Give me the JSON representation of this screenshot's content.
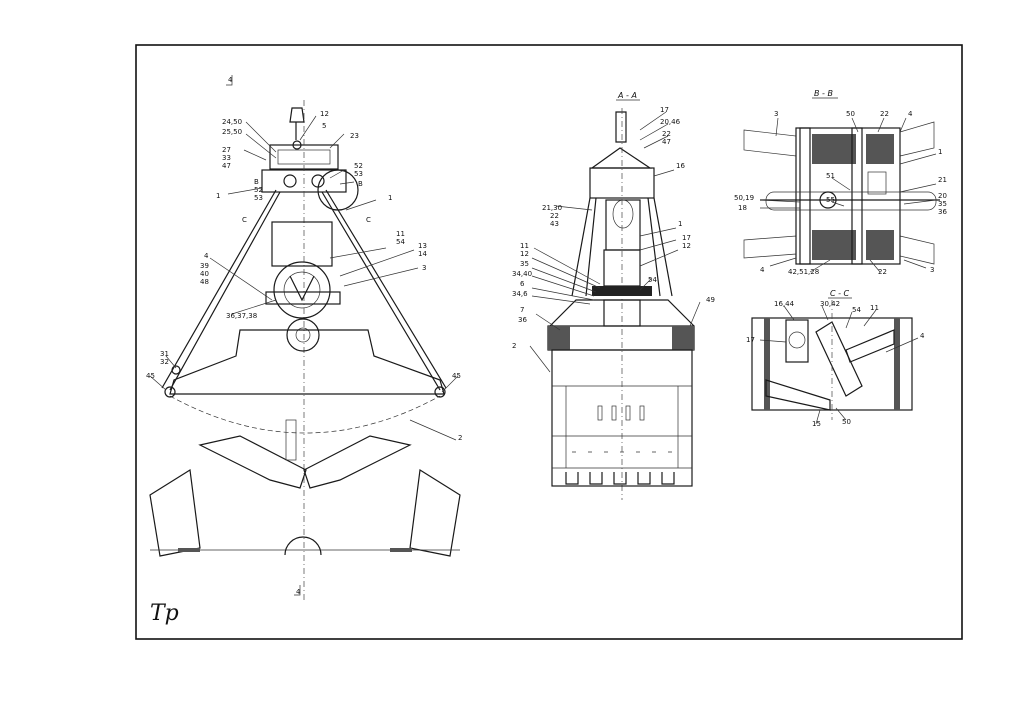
{
  "sheet_mark": "Tp",
  "view_main": {
    "mark_top": "4",
    "mark_bottom": "4",
    "section_marks": [
      "B",
      "B",
      "C",
      "C"
    ],
    "callouts": [
      "12",
      "5",
      "23",
      "24,50",
      "25,50",
      "27",
      "33",
      "47",
      "52",
      "53",
      "52",
      "53",
      "1",
      "1",
      "11",
      "54",
      "13",
      "14",
      "3",
      "4",
      "39",
      "40",
      "48",
      "36,37,38",
      "31",
      "32",
      "45",
      "45",
      "2"
    ]
  },
  "view_aa": {
    "title": "A - A",
    "callouts": [
      "17",
      "20,46",
      "22",
      "47",
      "16",
      "21,30",
      "22",
      "43",
      "1",
      "17",
      "12",
      "11",
      "12",
      "35",
      "34,40",
      "6",
      "34,6",
      "7",
      "36",
      "54",
      "49",
      "2"
    ]
  },
  "view_bb": {
    "title": "B - B",
    "callouts": [
      "3",
      "50",
      "22",
      "4",
      "1",
      "51",
      "21",
      "50,19",
      "18",
      "55",
      "20",
      "35",
      "36",
      "4",
      "42,51,28",
      "22",
      "3"
    ]
  },
  "view_cc": {
    "title": "C - C",
    "callouts": [
      "16,44",
      "30,42",
      "54",
      "11",
      "17",
      "4",
      "15",
      "50"
    ]
  }
}
